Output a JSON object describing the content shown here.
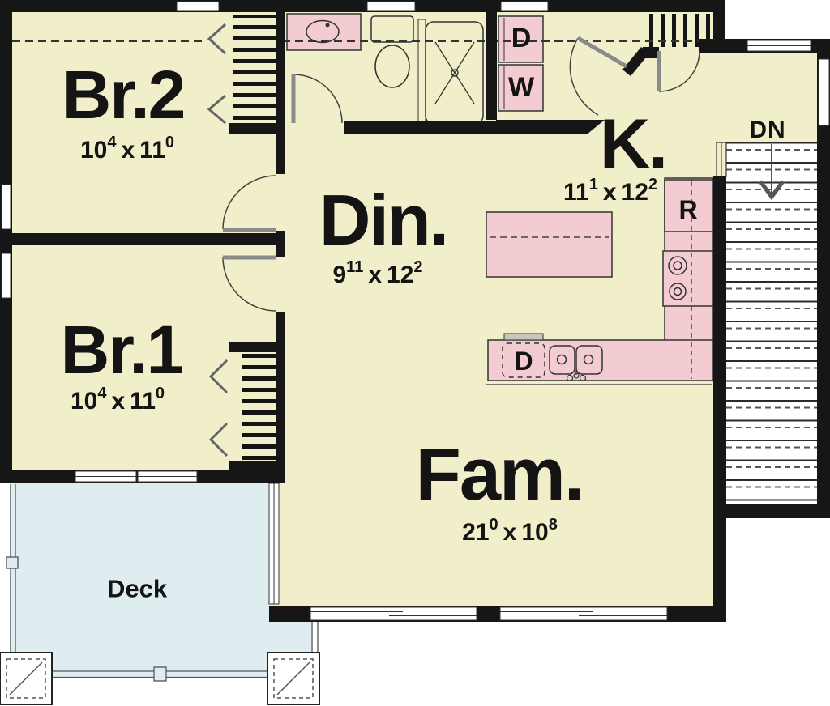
{
  "plan": {
    "rooms": [
      {
        "name": "Br.2",
        "w": "10",
        "w_sup": "4",
        "sep": "x",
        "h": "11",
        "h_sup": "0"
      },
      {
        "name": "Br.1",
        "w": "10",
        "w_sup": "4",
        "sep": "x",
        "h": "11",
        "h_sup": "0"
      },
      {
        "name": "Din.",
        "w": "9",
        "w_sup": "11",
        "sep": "x",
        "h": "12",
        "h_sup": "2"
      },
      {
        "name": "K.",
        "w": "11",
        "w_sup": "1",
        "sep": "x",
        "h": "12",
        "h_sup": "2"
      },
      {
        "name": "Fam.",
        "w": "21",
        "w_sup": "0",
        "sep": "x",
        "h": "10",
        "h_sup": "8"
      },
      {
        "name": "Deck"
      }
    ],
    "labels": {
      "stairs_down": "DN",
      "dryer": "D",
      "washer": "W",
      "refrigerator": "R",
      "dishwasher": "D"
    },
    "colors": {
      "floor": "#f1eeca",
      "fixture_pink": "#f3ccd1",
      "deck_blue": "#dfedf1",
      "wall": "#161616",
      "outside": "#ffffff"
    }
  }
}
